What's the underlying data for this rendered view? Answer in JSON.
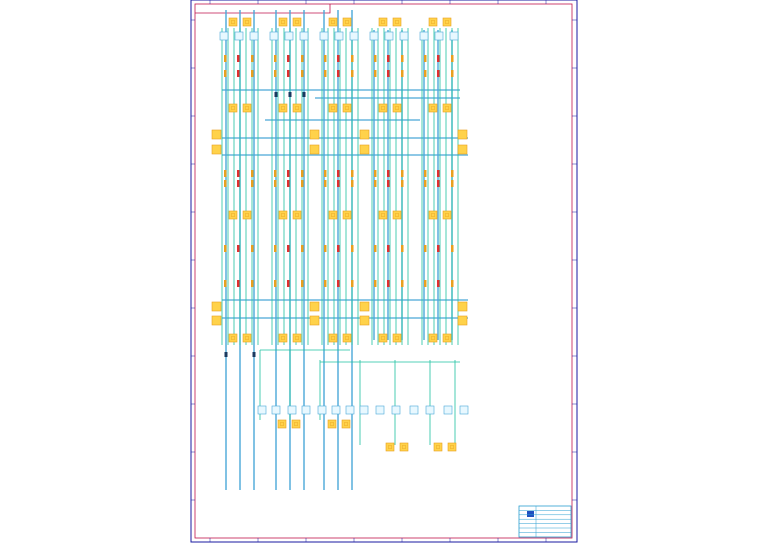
{
  "sheet": {
    "title_block": {
      "rows": [
        "",
        "",
        "",
        "",
        "",
        "",
        ""
      ]
    }
  },
  "colors": {
    "border": "#1a1aa0",
    "border_inner": "#c0144c",
    "bus": "#4aa8d8",
    "net": "#1ec2a0",
    "component_fill": "#ffd24a",
    "component_stroke": "#e8a020",
    "label_red": "#e03030",
    "title_block": "#2a9fd0",
    "title_block_accent": "#2050c0"
  },
  "diagram": {
    "component_groups": 5,
    "columns_per_group": 3,
    "connector_blocks": 4
  }
}
